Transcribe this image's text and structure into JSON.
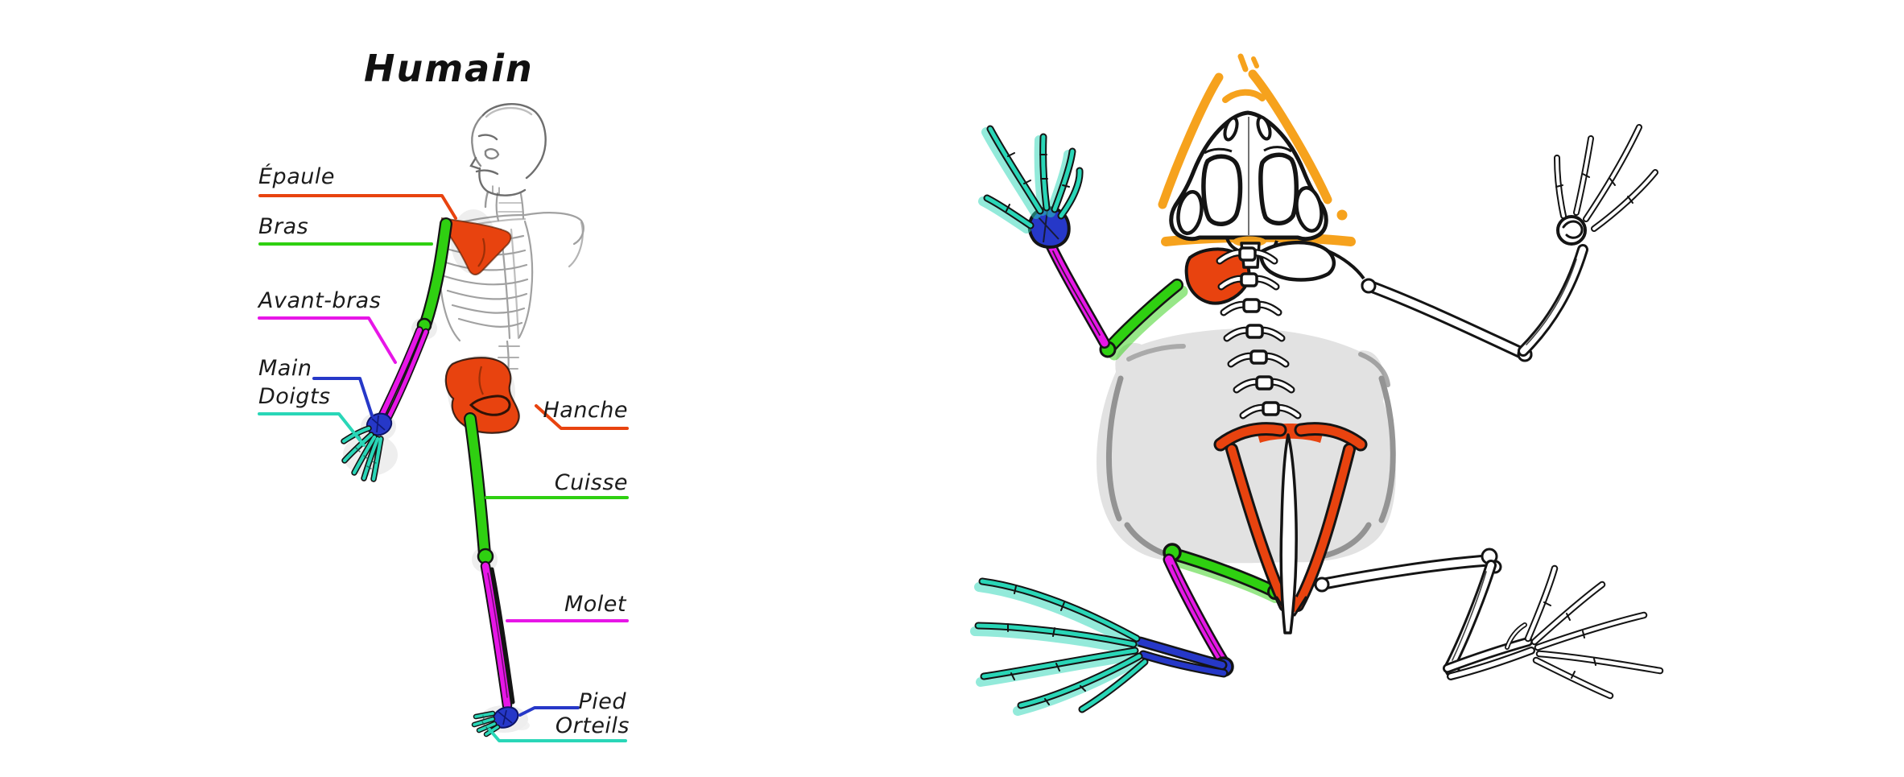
{
  "title": "Humain",
  "human": {
    "labels": [
      {
        "id": "epaule",
        "text": "Épaule",
        "color": "#E8430F"
      },
      {
        "id": "bras",
        "text": "Bras",
        "color": "#2FD011"
      },
      {
        "id": "avant-bras",
        "text": "Avant-bras",
        "color": "#E716E7"
      },
      {
        "id": "main",
        "text": "Main",
        "color": "#2638C8"
      },
      {
        "id": "doigts",
        "text": "Doigts",
        "color": "#29D6B7"
      },
      {
        "id": "hanche",
        "text": "Hanche",
        "color": "#E8430F"
      },
      {
        "id": "cuisse",
        "text": "Cuisse",
        "color": "#2FD011"
      },
      {
        "id": "molet",
        "text": "Molet",
        "color": "#E716E7"
      },
      {
        "id": "pied",
        "text": "Pied",
        "color": "#2638C8"
      },
      {
        "id": "orteils",
        "text": "Orteils",
        "color": "#29D6B7"
      }
    ]
  },
  "palette": {
    "shoulder_hip": "#E8430F",
    "upper_limb": "#2FD011",
    "forearm_calf": "#E716E7",
    "hand_foot": "#2638C8",
    "digits": "#29D6B7",
    "frog_head_halo": "#F6A21D",
    "outline": "#141414",
    "body_shading": "#E2E2E2"
  }
}
